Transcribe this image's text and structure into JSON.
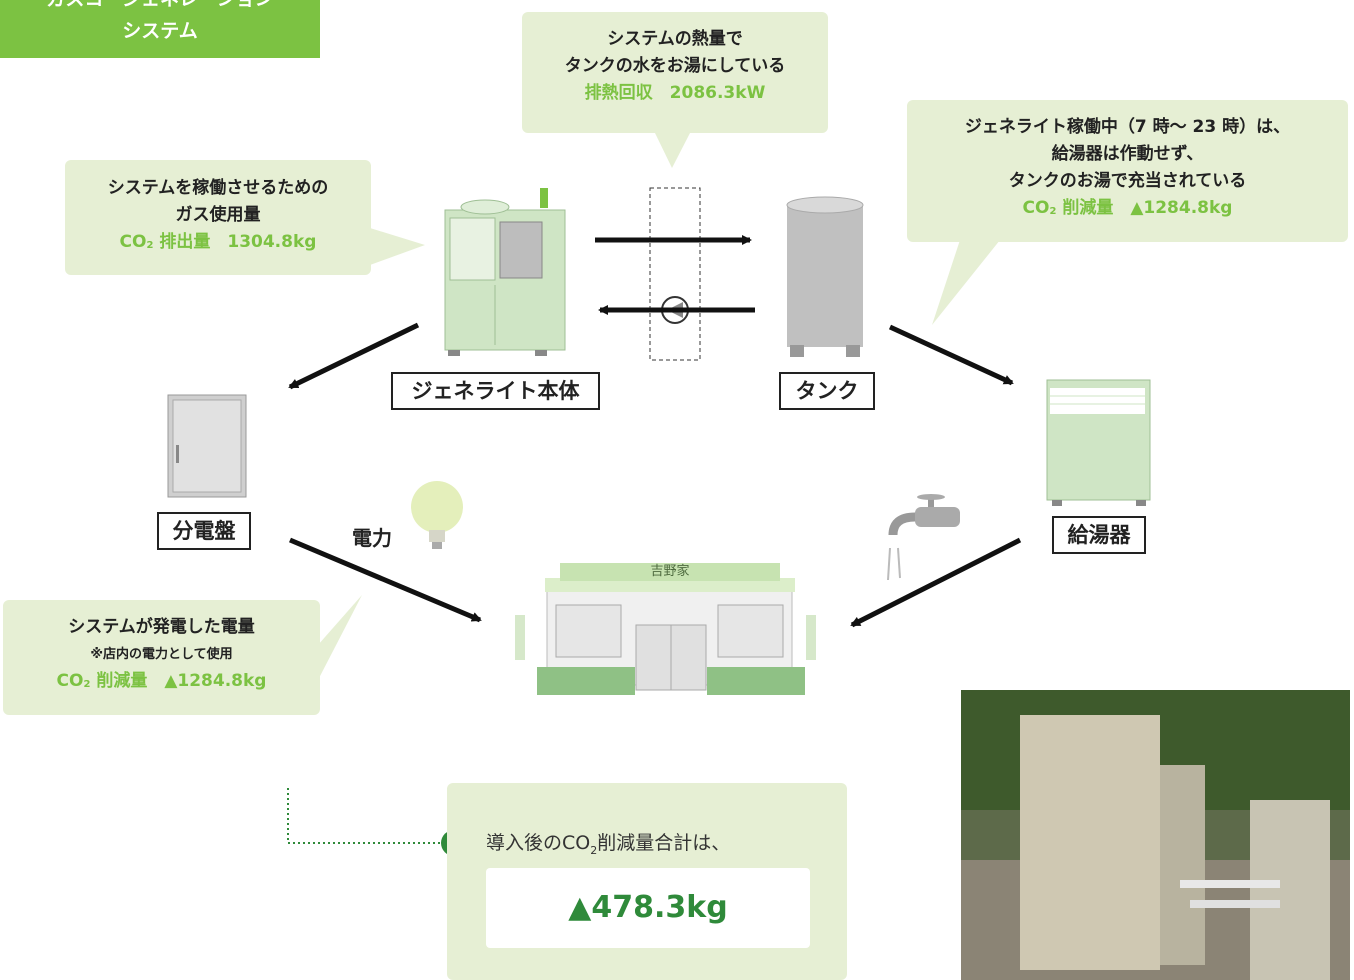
{
  "header": {
    "line1": "ガスコージェネレーション",
    "line2": "システム"
  },
  "bubbles": {
    "heat": {
      "line1": "システムの熱量で",
      "line2": "タンクの水をお湯にしている",
      "value": "排熱回収　2086.3kW"
    },
    "gas": {
      "line1": "システムを稼働させるための",
      "line2": "ガス使用量",
      "co2_prefix": "CO",
      "co2_label": " 排出量　1304.8kg"
    },
    "heater": {
      "line1": "ジェネライト稼働中（7 時〜 23 時）は、",
      "line2": "給湯器は作動せず、",
      "line3": "タンクのお湯で充当されている",
      "co2_prefix": "CO",
      "co2_label": " 削減量　▲1284.8kg"
    },
    "power": {
      "line1": "システムが発電した電量",
      "note": "※店内の電力として使用",
      "co2_prefix": "CO",
      "co2_label": " 削減量　▲1284.8kg"
    }
  },
  "labels": {
    "generator": "ジェネライト本体",
    "tank": "タンク",
    "panel": "分電盤",
    "water_heater": "給湯器",
    "power": "電力",
    "store_sign": "吉野家"
  },
  "summary": {
    "text_before": "導入後のCO",
    "text_after": "削減量合計は、",
    "sub": "2",
    "value": "▲478.3kg"
  },
  "colors": {
    "accent": "#7cc242",
    "bubble": "#e6efd4",
    "equipment": "#cfe5c5",
    "summary_value": "#2f8a3a"
  }
}
